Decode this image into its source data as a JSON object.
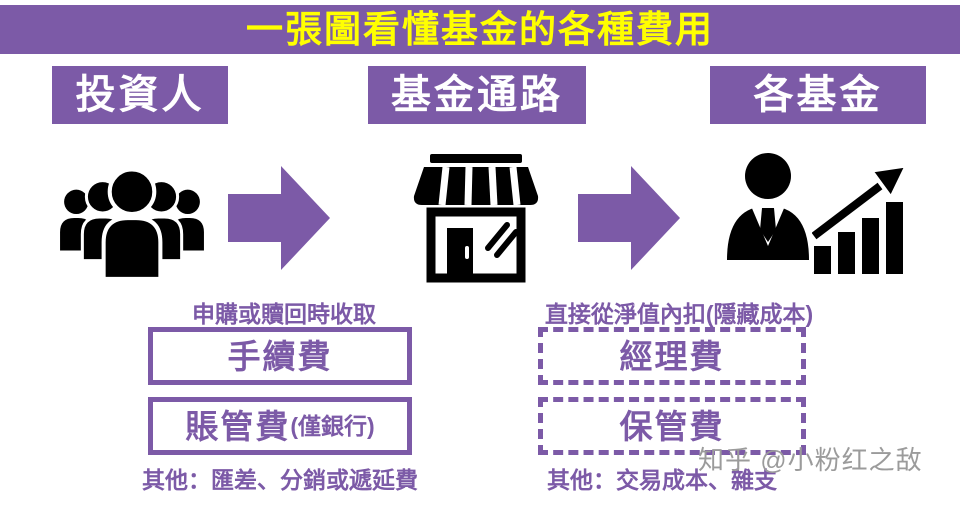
{
  "banner": {
    "title": "一張圖看懂基金的各種費用"
  },
  "columns": [
    {
      "header": "投資人"
    },
    {
      "header": "基金通路"
    },
    {
      "header": "各基金"
    }
  ],
  "icons": {
    "investor": "investors-group-icon",
    "channel": "storefront-icon",
    "funds": [
      "fund-manager-icon",
      "growth-chart-icon"
    ],
    "flow": "block-arrow-right-icon"
  },
  "left_section": {
    "caption": "申購或贖回時收取",
    "boxes": [
      {
        "label": "手續費",
        "note": ""
      },
      {
        "label": "賬管費",
        "note": "(僅銀行)"
      }
    ],
    "footnote": "其他：匯差、分銷或遞延費"
  },
  "right_section": {
    "caption": "直接從淨值內扣(隱藏成本)",
    "boxes": [
      {
        "label": "經理費"
      },
      {
        "label": "保管費"
      }
    ],
    "footnote": "其他：交易成本、雜支"
  },
  "watermark": "知乎 @小粉红之敌",
  "colors": {
    "purple": "#7C5AA7",
    "yellow": "#FFFF00",
    "icon_black": "#000000",
    "watermark_gray": "#9B9B9B"
  }
}
